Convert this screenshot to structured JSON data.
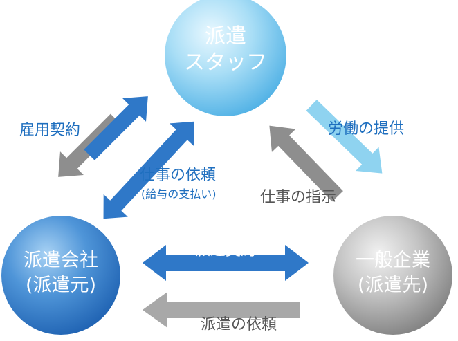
{
  "nodes": {
    "staff": {
      "line1": "派遣",
      "line2": "スタッフ"
    },
    "agency": {
      "line1": "派遣会社",
      "line2": "(派遣元)"
    },
    "client": {
      "line1": "一般企業",
      "line2": "(派遣先)"
    }
  },
  "edges": {
    "employment_contract": "雇用契約",
    "work_request": {
      "main": "仕事の依頼",
      "sub": "(給与の支払い)"
    },
    "labor_provision": "労働の提供",
    "work_instruction": "仕事の指示",
    "dispatch_contract": "派遣契約",
    "dispatch_request": "派遣の依頼"
  },
  "colors": {
    "blue_arrow": "#2f78c8",
    "light_blue_arrow": "#8fd3f0",
    "gray_arrow": "#8e8e8e",
    "label_blue": "#1f6fbf",
    "label_gray": "#555555",
    "node_text": "#ffffff"
  }
}
